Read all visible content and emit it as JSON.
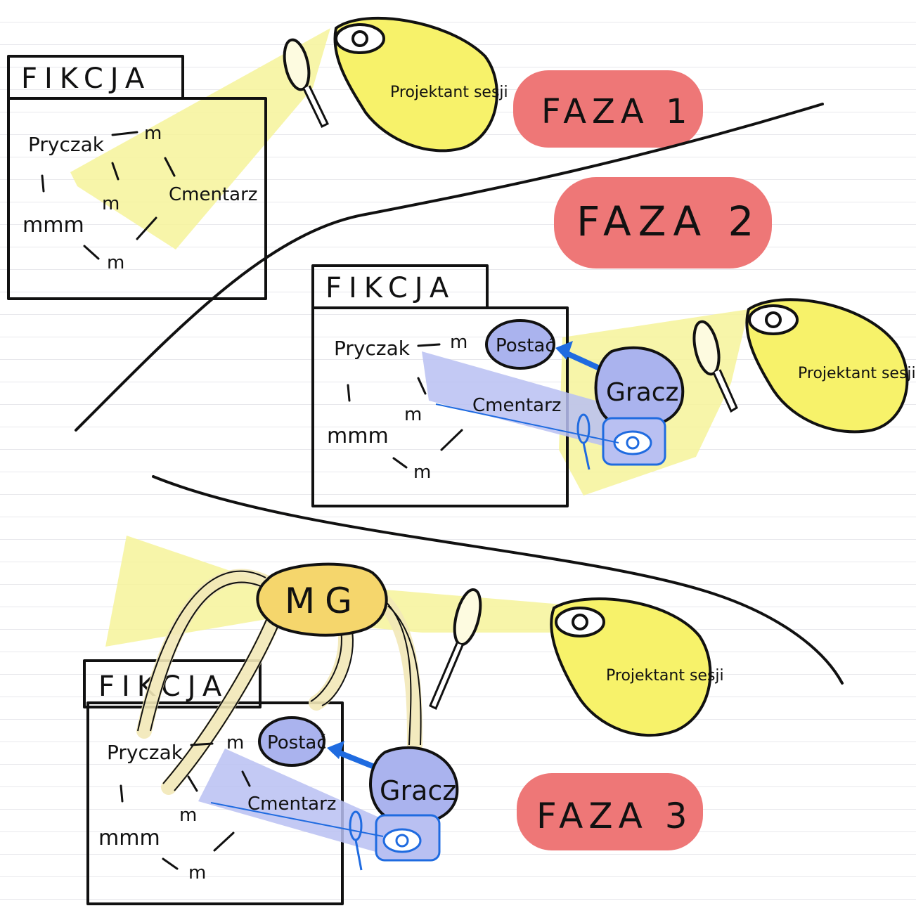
{
  "phases": [
    {
      "label": "FAZA 1",
      "fiction": {
        "title": "FIKCJA",
        "nodes": {
          "a": "Pryczak",
          "b": "Cmentarz",
          "c": "m",
          "d": "m",
          "e": "mmm",
          "f": "m"
        }
      },
      "designer": "Projektant sesji"
    },
    {
      "label": "FAZA 2",
      "fiction": {
        "title": "FIKCJA",
        "nodes": {
          "a": "Pryczak",
          "b": "Cmentarz",
          "c": "m",
          "d": "m",
          "e": "mmm",
          "f": "m"
        }
      },
      "character": "Postać",
      "player": "Gracz",
      "designer": "Projektant sesji"
    },
    {
      "label": "FAZA 3",
      "fiction": {
        "title": "FIKCJA",
        "nodes": {
          "a": "Pryczak",
          "b": "Cmentarz",
          "c": "m",
          "d": "m",
          "e": "mmm",
          "f": "m"
        }
      },
      "character": "Postać",
      "player": "Gracz",
      "gm": "MG",
      "designer": "Projektant sesji"
    }
  ],
  "colors": {
    "phase_badge": "#ee7777",
    "designer_blob": "#f7f26a",
    "light_beam": "#f6f39a",
    "player_blob": "#aab3ee",
    "player_beam": "#b9c0f2",
    "gm_blob": "#f5d66c",
    "tendril": "#f2e8b8",
    "arrow": "#1f6be0",
    "ink": "#111111"
  }
}
